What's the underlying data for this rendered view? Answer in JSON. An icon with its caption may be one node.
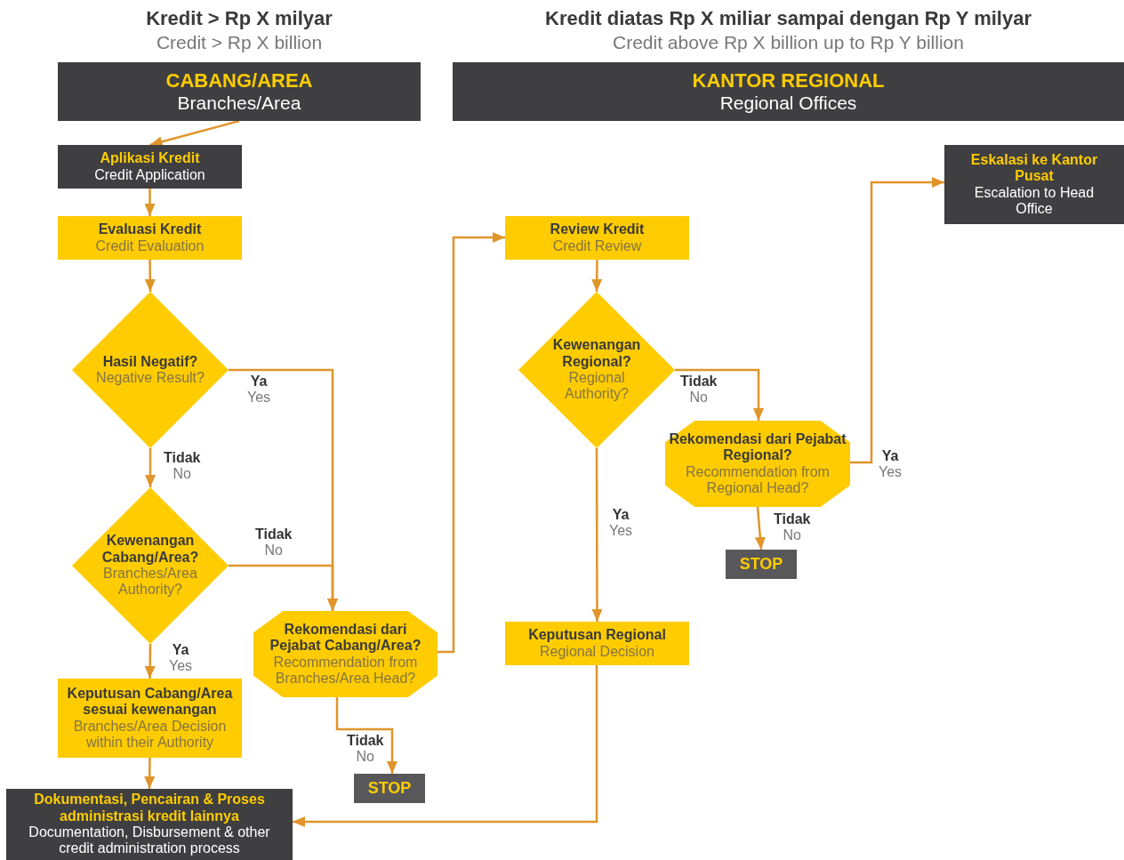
{
  "diagram": {
    "nodes": [
      {
        "text": [
          "CABANG/AREA",
          "Branches/Area"
        ],
        "beside": [
          "Kredit > Rp X milyar",
          "Credit > Rp X billion"
        ]
      },
      {
        "text": [
          "KANTOR REGIONAL",
          "Regional Offices"
        ],
        "beside": [
          "Kredit diatas Rp X miliar sampai dengan Rp Y milyar",
          "Credit above Rp X billion up to Rp Y billion"
        ]
      },
      {
        "text": [
          "Aplikasi Kredit",
          "Credit Application"
        ]
      },
      {
        "text": [
          "Evaluasi Kredit",
          "Credit Evaluation"
        ]
      },
      {
        "text": [
          "Hasil Negatif?",
          "Negative Result?"
        ]
      },
      {
        "text": [
          "Kewenangan Cabang/Area?",
          "Branches/Area Authority?"
        ]
      },
      {
        "text": [
          "Keputusan Cabang/Area sesuai kewenangan",
          "Branches/Area Decision within their Authority"
        ]
      },
      {
        "text": [
          "Dokumentasi, Pencairan & Proses administrasi kredit lainnya",
          "Documentation, Disbursement & other credit administration process"
        ]
      },
      {
        "text": [
          "Rekomendasi dari Pejabat Cabang/Area?",
          "Recommendation from Branches/Area Head?"
        ]
      },
      {
        "text": [
          "STOP"
        ]
      },
      {
        "text": [
          "Review Kredit",
          "Credit Review"
        ]
      },
      {
        "text": [
          "Kewenangan Regional?",
          "Regional Authority?"
        ]
      },
      {
        "text": [
          "Rekomendasi dari Pejabat Regional?",
          "Recommendation from Regional Head?"
        ]
      },
      {
        "text": [
          "STOP"
        ]
      },
      {
        "text": [
          "Eskalasi ke Kantor Pusat",
          "Escalation to Head Office"
        ]
      },
      {
        "text": [
          "Keputusan Regional",
          "Regional Decision"
        ]
      }
    ],
    "edges": [
      {
        "from": 0,
        "to": 2,
        "arrow": "to"
      },
      {
        "from": 2,
        "to": 3,
        "arrow": "to"
      },
      {
        "from": 3,
        "to": 4,
        "arrow": "to"
      },
      {
        "from": 4,
        "to": 8,
        "arrow": "to",
        "label": "**Ya** Yes"
      },
      {
        "from": 4,
        "to": 5,
        "arrow": "to",
        "label": "**Tidak** No"
      },
      {
        "from": 5,
        "to": 8,
        "arrow": "to",
        "label": "**Tidak** No"
      },
      {
        "from": 5,
        "to": 6,
        "arrow": "to",
        "label": "**Ya** Yes"
      },
      {
        "from": 6,
        "to": 7,
        "arrow": "to"
      },
      {
        "from": 8,
        "to": 9,
        "arrow": "to",
        "label": "**Tidak** No"
      },
      {
        "from": 8,
        "to": 10,
        "arrow": "to"
      },
      {
        "from": 10,
        "to": 11,
        "arrow": "to"
      },
      {
        "from": 11,
        "to": 12,
        "arrow": "to",
        "label": "**Tidak** No"
      },
      {
        "from": 11,
        "to": 15,
        "arrow": "to",
        "label": "**Ya** Yes"
      },
      {
        "from": 12,
        "to": 14,
        "arrow": "to",
        "label": "**Ya** Yes"
      },
      {
        "from": 12,
        "to": 13,
        "arrow": "to",
        "label": "**Tidak** No"
      },
      {
        "from": 15,
        "to": 7,
        "arrow": "to"
      }
    ]
  }
}
